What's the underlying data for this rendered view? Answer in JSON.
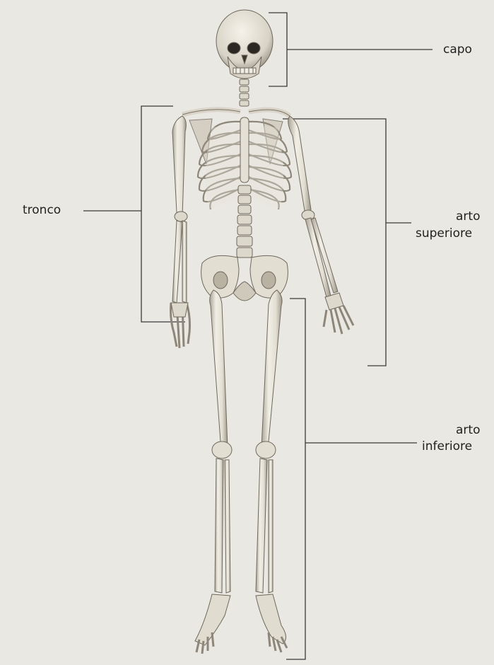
{
  "labels": {
    "head": "capo",
    "trunk": "tronco",
    "upper_limb_line1": "arto",
    "upper_limb_line2": "superiore",
    "lower_limb_line1": "arto",
    "lower_limb_line2": "inferiore"
  },
  "colors": {
    "bone": "#e9e6dc",
    "bone_shadow": "#a8a294",
    "bone_dark": "#6f695d",
    "leader_line": "#333333",
    "background": "#eae8e3"
  }
}
